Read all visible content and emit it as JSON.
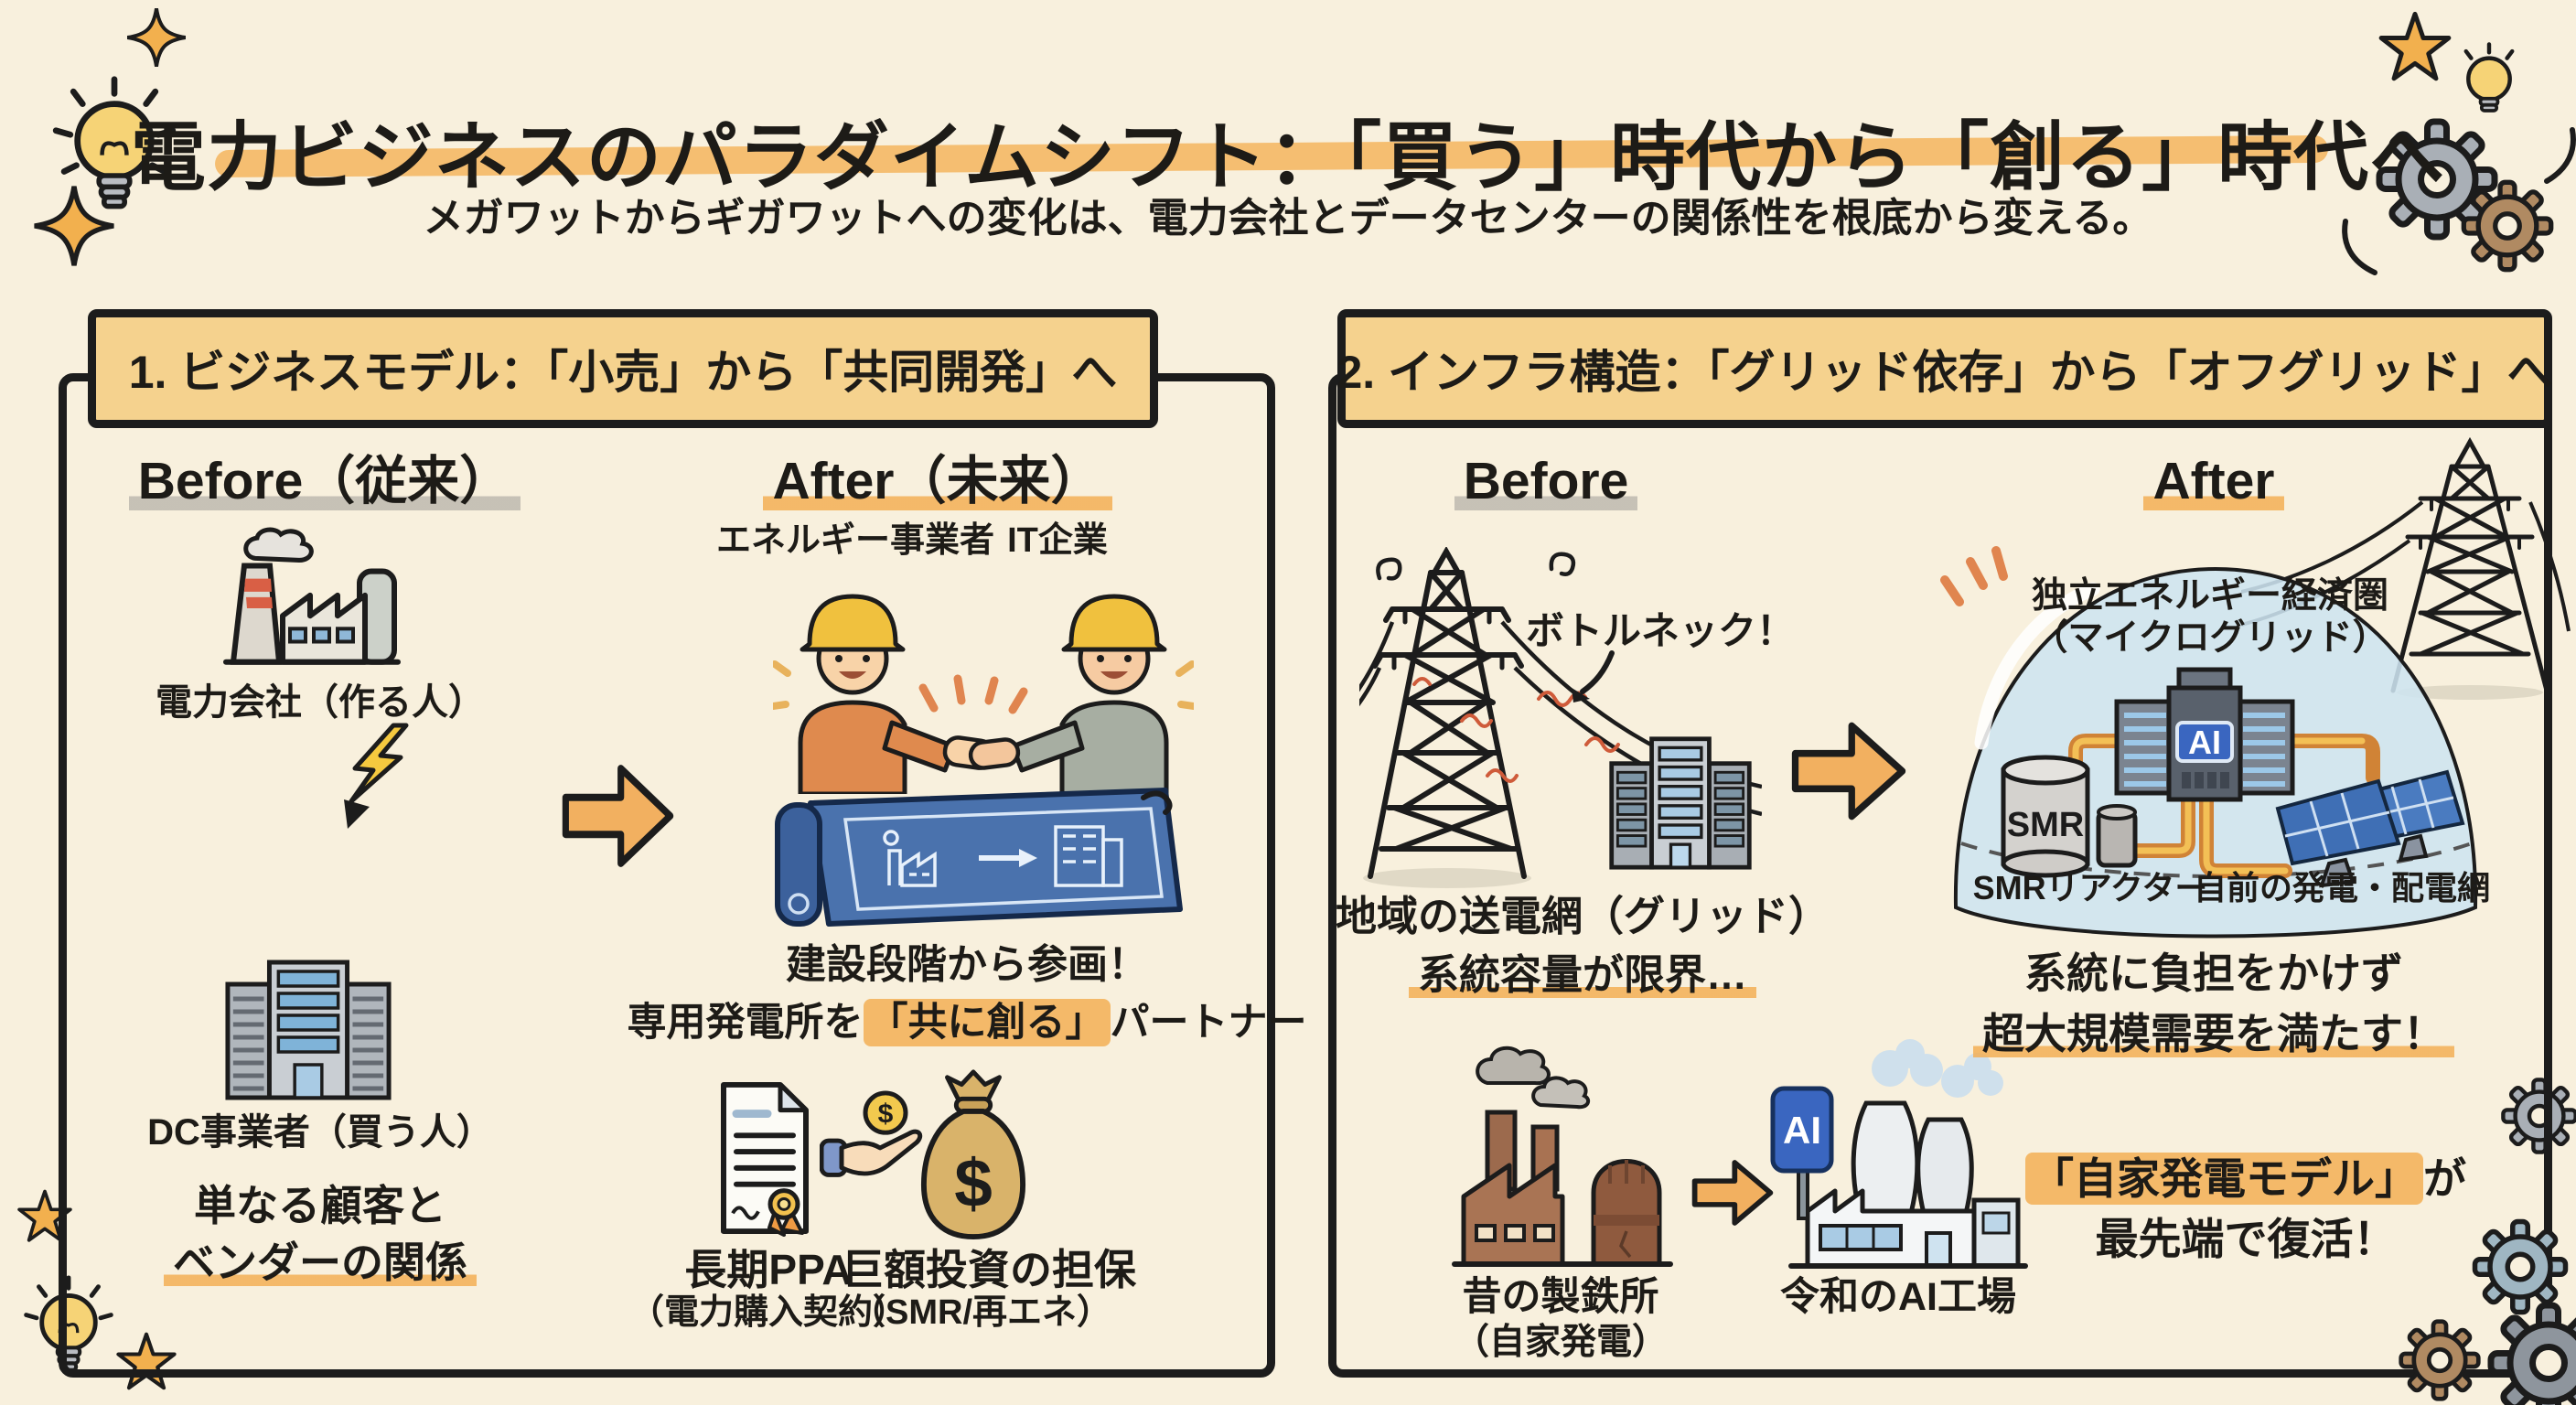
{
  "page": {
    "title": "電力ビジネスのパラダイムシフト：「買う」時代から「創る」時代へ",
    "subtitle": "メガワットからギガワットへの変化は、電力会社とデータセンターの関係性を根底から変える。"
  },
  "symbols": {
    "dollar": "$"
  },
  "panel1": {
    "header": "1. ビジネスモデル：「小売」から「共同開発」へ",
    "before": {
      "heading": "Before（従来）",
      "maker": "電力会社（作る人）",
      "buyer": "DC事業者（買う人）",
      "relation1": "単なる顧客と",
      "relation2": "ベンダーの関係"
    },
    "after": {
      "heading": "After（未来）",
      "actor_left": "エネルギー事業者",
      "actor_right": "IT企業",
      "caption1": "建設段階から参画！",
      "caption2_pre": "専用発電所を",
      "caption2_hl": "「共に創る」",
      "caption2_post": "パートナー",
      "ppa_title": "長期PPA",
      "ppa_sub": "（電力購入契約）",
      "invest_title": "巨額投資の担保",
      "invest_sub": "（SMR/再エネ）"
    }
  },
  "panel2": {
    "header": "2. インフラ構造：「グリッド依存」から「オフグリッド」へ",
    "before": {
      "heading": "Before",
      "bottleneck": "ボトルネック！",
      "caption1": "地域の送電網（グリッド）",
      "caption2": "系統容量が限界…"
    },
    "after": {
      "heading": "After",
      "dome_line1": "独立エネルギー経済圏",
      "dome_line2": "（マイクログリッド）",
      "smr_tank": "SMR",
      "ai_chip": "AI",
      "smr_caption": "SMRリアクター",
      "grid_caption": "自前の発電・配電網",
      "caption1": "系統に負担をかけず",
      "caption2": "超大規模需要を満たす！"
    },
    "bottom": {
      "old_factory_line1": "昔の製鉄所",
      "old_factory_line2": "（自家発電）",
      "ai_sign": "AI",
      "ai_factory_label": "令和のAI工場",
      "revival1_hl": "「自家発電モデル」",
      "revival1_post": "が",
      "revival2": "最先端で復活！"
    }
  },
  "colors": {
    "background": "#f8f0dd",
    "ink": "#1c1c1c",
    "accent_orange": "#f0a94f",
    "header_band": "#f5d28e",
    "highlight_orange": "#f3af55",
    "highlight_gray": "#9e9b96",
    "blueprint_blue": "#4a72ad",
    "ai_blue": "#3a66c0",
    "bolt_yellow": "#f5c93f",
    "helmet_yellow": "#f0c13e",
    "worker_orange": "#df8a4e",
    "worker_gray": "#a7aea2",
    "smoke_gray": "#b8b4ac",
    "red_overload": "#cf5b3a"
  }
}
